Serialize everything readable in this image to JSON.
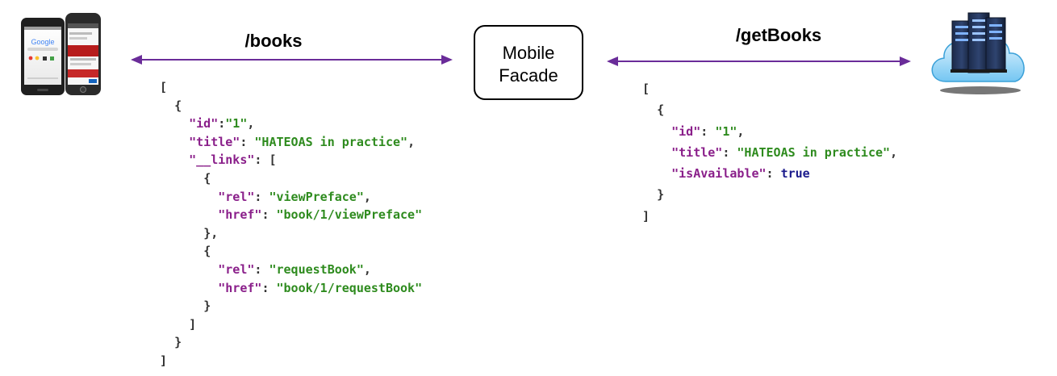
{
  "edges": {
    "books_label": "/books",
    "getbooks_label": "/getBooks"
  },
  "nodes": {
    "mobile_devices_icon": "smartphones-icon",
    "facade_label_line1": "Mobile",
    "facade_label_line2": "Facade",
    "cloud_server_icon": "cloud-server-icon"
  },
  "colors": {
    "arrow": "#6a2c99",
    "json_key": "#8a1f8a",
    "json_string": "#2e8b1e",
    "json_boolean": "#1a1a8c"
  },
  "left_json": {
    "id_key": "\"id\"",
    "id_value": "\"1\"",
    "title_key": "\"title\"",
    "title_value": "\"HATEOAS in practice\"",
    "links_key": "\"__links\"",
    "links": [
      {
        "rel_key": "\"rel\"",
        "rel_value": "\"viewPreface\"",
        "href_key": "\"href\"",
        "href_value": "\"book/1/viewPreface\""
      },
      {
        "rel_key": "\"rel\"",
        "rel_value": "\"requestBook\"",
        "href_key": "\"href\"",
        "href_value": "\"book/1/requestBook\""
      }
    ]
  },
  "right_json": {
    "id_key": "\"id\"",
    "id_value": "\"1\"",
    "title_key": "\"title\"",
    "title_value": "\"HATEOAS in practice\"",
    "available_key": "\"isAvailable\"",
    "available_value": "true"
  }
}
